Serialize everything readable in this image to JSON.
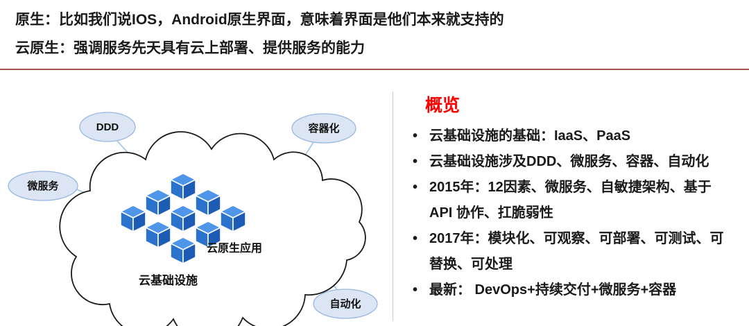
{
  "header": {
    "line1": "原生：比如我们说IOS，Android原生界面，意味着界面是他们本来就支持的",
    "line2": "云原生：强调服务先天具有云上部署、提供服务的能力"
  },
  "diagram": {
    "bubbles": [
      {
        "id": "ddd",
        "label": "DDD"
      },
      {
        "id": "containerization",
        "label": "容器化"
      },
      {
        "id": "microservices",
        "label": "微服务"
      },
      {
        "id": "automation",
        "label": "自动化"
      }
    ],
    "cubes_label": "云原生应用",
    "cloud_label": "云基础设施"
  },
  "overview": {
    "title": "概览",
    "bullets": [
      "云基础设施的基础：IaaS、PaaS",
      "云基础设施涉及DDD、微服务、容器、自动化",
      "2015年：12因素、微服务、自敏捷架构、基于 API 协作、扛脆弱性",
      "2017年：模块化、可观察、可部署、可测试、可替换、可处理",
      "最新： DevOps+持续交付+微服务+容器"
    ]
  },
  "colors": {
    "title_red": "#fe0000",
    "divider": "#a5544c",
    "bubble_fill": "#dbe5f4",
    "bubble_stroke": "#9ab7e0",
    "connector": "#9dc3e6",
    "cube_blue_top": "#4f96ea",
    "cube_blue_left": "#2b72cc",
    "cube_blue_right": "#1c5cb4",
    "cloud_outline": "#1a1a1a"
  }
}
